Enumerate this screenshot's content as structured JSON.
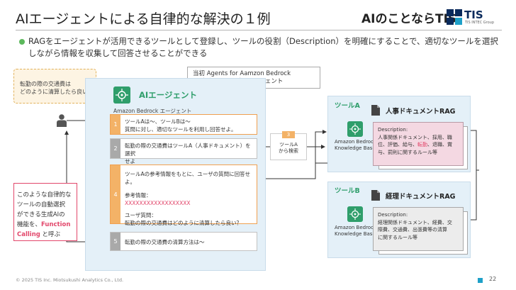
{
  "slide": {
    "title": "AIエージェントによる自律的な解決の１例",
    "brand": "AIのことならTIS",
    "logo_text": "TIS",
    "logo_sub": "TIS INTEC Group",
    "bullet": "RAGをエージェントが活用できるツールとして登録し、ツールの役割（Description）を明確にすることで、適切なツールを選択しながら情報を収集して回答させることができる"
  },
  "user": {
    "question_line1": "転勤の際の交通費は",
    "question_line2": "どのように清算したら良い？"
  },
  "speech": {
    "line1": "当初 Agents for Aamzon Bedrock",
    "line2": "と呼ばれたシングルエージェント"
  },
  "agent": {
    "title": "AIエージェント",
    "subtitle": "Amazon Bedrock エージェント",
    "steps": [
      {
        "num": "1",
        "line1": "ツールAは～、ツールBは～",
        "line2": "質問に対し、適切なツールを利用し回答せよ。"
      },
      {
        "num": "2",
        "line1": "転勤の際の交通費はツールA（人事ドキュメント）を選択",
        "line2": "せよ"
      },
      {
        "num": "4",
        "line1": "ツールAの参考情報をもとに、ユーザの質問に回答せよ。",
        "line2": "参考情報：",
        "line3": "XXXXXXXXXXXXXXXXXX",
        "line4": "ユーザ質問：",
        "line5": "転勤の際の交通費はどのように清算したら良い？"
      },
      {
        "num": "5",
        "line1": "転勤の際の交通費の清算方法は～"
      }
    ]
  },
  "search": {
    "num": "3",
    "line1": "ツールA",
    "line2": "から検索"
  },
  "tools": [
    {
      "label": "ツールA",
      "kb_line1": "Amazon Bedrock",
      "kb_line2": "Knowledge Base",
      "rag": "人事ドキュメントRAG",
      "desc_title": "Description:",
      "desc_line1": "人事関係ドキュメント、採用、職",
      "desc_line2_a": "位、評価、給与、",
      "desc_line2_hl": "転勤",
      "desc_line2_b": "、退職、賞",
      "desc_line3": "与、罰則に関するルール等"
    },
    {
      "label": "ツールB",
      "kb_line1": "Amazon Bedrock",
      "kb_line2": "Knowledge Base",
      "rag": "経理ドキュメントRAG",
      "desc_title": "Description:",
      "desc_line1": "経理関係ドキュメント、経費、交",
      "desc_line2": "際費、交通費、出張費等の清算",
      "desc_line3": "に関するルール等"
    }
  ],
  "side_note": {
    "line1": "このような自律的な",
    "line2": "ツールの自動選択",
    "line3": "ができる生成AIの",
    "line4": "機能を、",
    "line4_hl": "Function",
    "line5_hl": "Calling",
    "line5": " と呼ぶ"
  },
  "footer": {
    "copyright": "© 2025 TIS Inc. Miotsukushi Analytics Co., Ltd.",
    "page": "22"
  },
  "colors": {
    "green": "#2f9e6b",
    "orange": "#f3b267",
    "pink_highlight": "#e2476b",
    "panel_blue": "#e4f0f8",
    "footer_accent": "#1ea0c8"
  }
}
